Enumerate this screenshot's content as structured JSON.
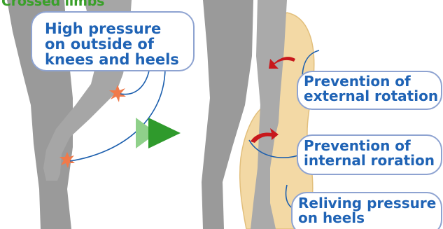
{
  "heading": "Crossed limbs",
  "callouts": {
    "pressure": {
      "lines": [
        "High pressure",
        "on outside of",
        "knees and heels"
      ]
    },
    "external": {
      "lines": [
        "Prevention of",
        "external rotation"
      ]
    },
    "internal": {
      "lines": [
        "Prevention of",
        "internal roration"
      ]
    },
    "heels": {
      "lines": [
        "Reliving pressure",
        "on heels"
      ]
    }
  },
  "colors": {
    "heading": "#3aa02a",
    "callout_text": "#1f63b5",
    "callout_border": "#8ea3d1",
    "leg": "#9a9a9a",
    "cushion": "#f3d9a5",
    "arrow_red": "#c8181c",
    "arrow_green_light": "#8fd08a",
    "arrow_green_dark": "#2f9a2c",
    "pain_burst": "#f07a4a",
    "leader_line": "#1c5fae"
  }
}
